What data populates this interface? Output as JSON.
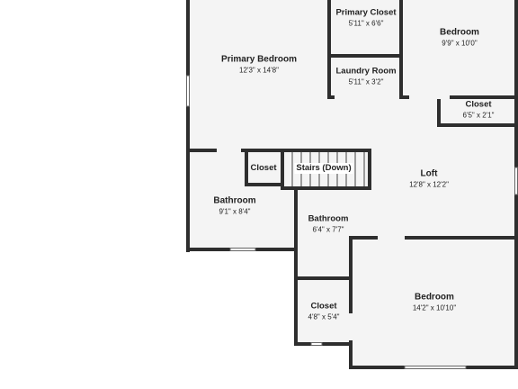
{
  "rooms": {
    "primary_closet": {
      "name": "Primary Closet",
      "dim": "5'11\" x 6'6\""
    },
    "bedroom_top": {
      "name": "Bedroom",
      "dim": "9'9\" x 10'0\""
    },
    "primary_bedroom": {
      "name": "Primary Bedroom",
      "dim": "12'3\" x 14'8\""
    },
    "laundry": {
      "name": "Laundry Room",
      "dim": "5'11\" x 3'2\""
    },
    "closet_right": {
      "name": "Closet",
      "dim": "6'5\" x 2'1\""
    },
    "closet_small": {
      "name": "Closet"
    },
    "stairs": {
      "name": "Stairs (Down)"
    },
    "loft": {
      "name": "Loft",
      "dim": "12'8\" x 12'2\""
    },
    "bathroom_left": {
      "name": "Bathroom",
      "dim": "9'1\" x 8'4\""
    },
    "bathroom_mid": {
      "name": "Bathroom",
      "dim": "6'4\" x 7'7\""
    },
    "closet_bottom": {
      "name": "Closet",
      "dim": "4'8\" x 5'4\""
    },
    "bedroom_bottom": {
      "name": "Bedroom",
      "dim": "14'2\" x 10'10\""
    }
  }
}
